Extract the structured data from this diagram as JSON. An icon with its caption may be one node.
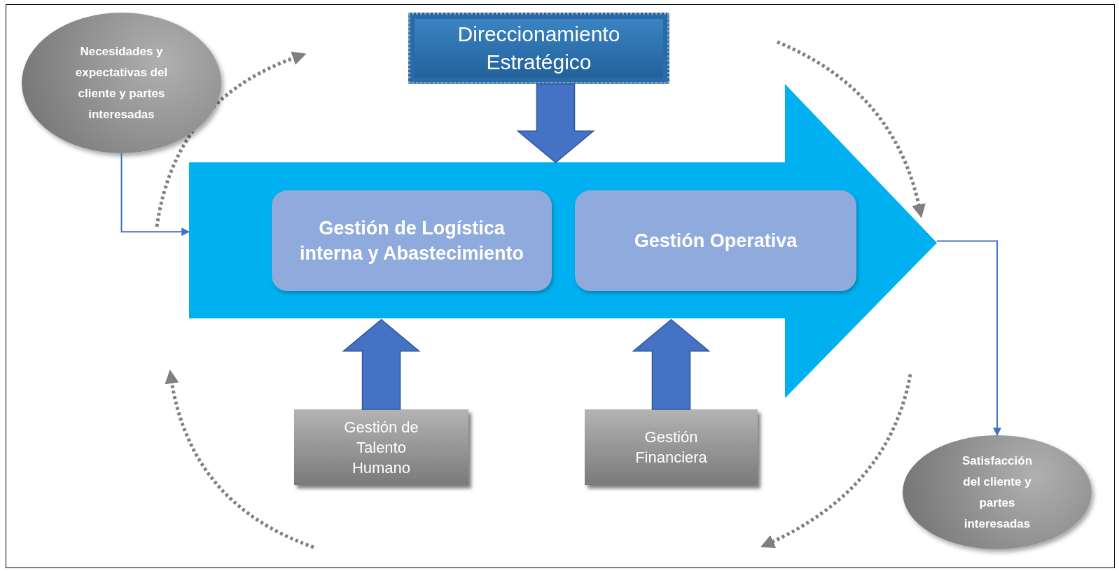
{
  "diagram": {
    "nodes": [
      {
        "text": [
          "Necesidades y expectativas del cliente y partes interesadas"
        ]
      },
      {
        "text": [
          "Direccionamiento Estratégico"
        ]
      },
      {
        "text": [],
        "shape": "arrow"
      },
      {
        "text": [
          "Gestión de Logística interna y Abastecimiento"
        ],
        "in": 2
      },
      {
        "text": [
          "Gestión Operativa"
        ],
        "in": 2
      },
      {
        "text": [
          "Gestión de Talento Humano"
        ]
      },
      {
        "text": [
          "Gestión Financiera"
        ]
      },
      {
        "text": [
          "Satisfacción del cliente y partes interesadas"
        ]
      }
    ],
    "edges": [
      {
        "from": 0,
        "to": 2,
        "arrow": "to"
      },
      {
        "from": 1,
        "to": 2,
        "arrow": "to",
        "style": "thick"
      },
      {
        "from": 5,
        "to": 2,
        "arrow": "to",
        "style": "thick"
      },
      {
        "from": 6,
        "to": 2,
        "arrow": "to",
        "style": "thick"
      },
      {
        "from": 2,
        "to": 7,
        "arrow": "to"
      }
    ]
  }
}
